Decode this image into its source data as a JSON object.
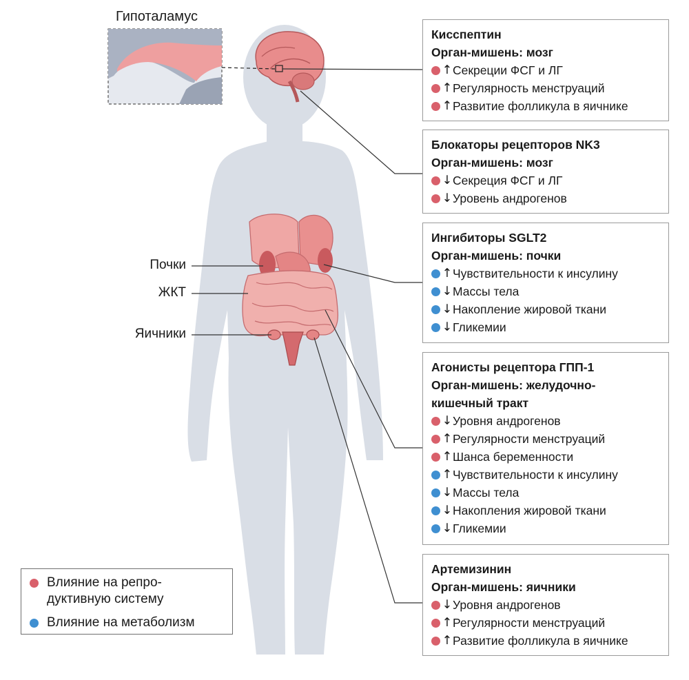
{
  "hypothalamus_label": "Гипоталамус",
  "organ_labels": {
    "kidneys": "Почки",
    "gi_tract": "ЖКТ",
    "ovaries": "Яичники"
  },
  "colors": {
    "reproductive": "#d9606b",
    "metabolic": "#3f8fd1",
    "silhouette": "#d9dee6",
    "organ_pink": "#efa7a5"
  },
  "cards": [
    {
      "title": "Кисспептин",
      "target": "Орган-мишень: мозг",
      "effects": [
        {
          "kind": "repro",
          "dir": "↑",
          "text": "Секреции ФСГ и ЛГ"
        },
        {
          "kind": "repro",
          "dir": "↑",
          "text": "Регулярность менструаций"
        },
        {
          "kind": "repro",
          "dir": "↑",
          "text": "Развитие фолликула в яичнике"
        }
      ]
    },
    {
      "title": "Блокаторы рецепторов NK3",
      "target": "Орган-мишень: мозг",
      "effects": [
        {
          "kind": "repro",
          "dir": "↓",
          "text": "Секреция ФСГ и ЛГ"
        },
        {
          "kind": "repro",
          "dir": "↓",
          "text": "Уровень андрогенов"
        }
      ]
    },
    {
      "title": "Ингибиторы SGLT2",
      "target": "Орган-мишень: почки",
      "effects": [
        {
          "kind": "meta",
          "dir": "↑",
          "text": "Чувствительности к инсулину"
        },
        {
          "kind": "meta",
          "dir": "↓",
          "text": "Массы тела"
        },
        {
          "kind": "meta",
          "dir": "↓",
          "text": "Накопление жировой ткани"
        },
        {
          "kind": "meta",
          "dir": "↓",
          "text": "Гликемии"
        }
      ]
    },
    {
      "title": "Агонисты рецептора ГПП-1",
      "target": "Орган-мишень: желудочно-кишечный тракт",
      "effects": [
        {
          "kind": "repro",
          "dir": "↓",
          "text": "Уровня андрогенов"
        },
        {
          "kind": "repro",
          "dir": "↑",
          "text": "Регулярности менструаций"
        },
        {
          "kind": "repro",
          "dir": "↑",
          "text": "Шанса беременности"
        },
        {
          "kind": "meta",
          "dir": "↑",
          "text": "Чувствительности к инсулину"
        },
        {
          "kind": "meta",
          "dir": "↓",
          "text": "Массы тела"
        },
        {
          "kind": "meta",
          "dir": "↓",
          "text": "Накопления жировой ткани"
        },
        {
          "kind": "meta",
          "dir": "↓",
          "text": "Гликемии"
        }
      ]
    },
    {
      "title": "Артемизинин",
      "target": "Орган-мишень: яичники",
      "effects": [
        {
          "kind": "repro",
          "dir": "↓",
          "text": "Уровня андрогенов"
        },
        {
          "kind": "repro",
          "dir": "↑",
          "text": "Регулярности менструаций"
        },
        {
          "kind": "repro",
          "dir": "↑",
          "text": "Развитие фолликула в яичнике"
        }
      ]
    }
  ],
  "legend": {
    "reproductive": "Влияние на репро-дуктивную систему",
    "metabolic": "Влияние на метаболизм"
  }
}
